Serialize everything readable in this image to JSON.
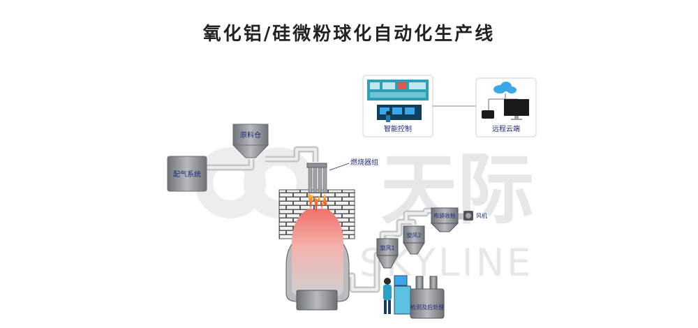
{
  "title": "氧化铝/硅微粉球化自动化生产线",
  "watermark": {
    "cn": "天际",
    "en": "SKYLINE"
  },
  "labels": {
    "raw_bin": "原料仓",
    "gas_system": "配气系统",
    "burner_group": "燃烧器组",
    "cyclone1": "旋风1",
    "cyclone2": "旋风2",
    "bag_collector": "布袋收粉",
    "fan": "风机",
    "testing": "检测及后处理",
    "smart_control": "智能控制",
    "remote_cloud": "远程云端"
  },
  "colors": {
    "pipe": "#d9dadc",
    "vessel": "#8e9195",
    "brick": "#4a4c50",
    "flame": "#ff4a1c",
    "label": "#1d2a78",
    "cloud": "#3aa7e8"
  },
  "icons": [
    "cloud-icon",
    "monitor-icon",
    "tablet-icon",
    "operator-icon"
  ]
}
